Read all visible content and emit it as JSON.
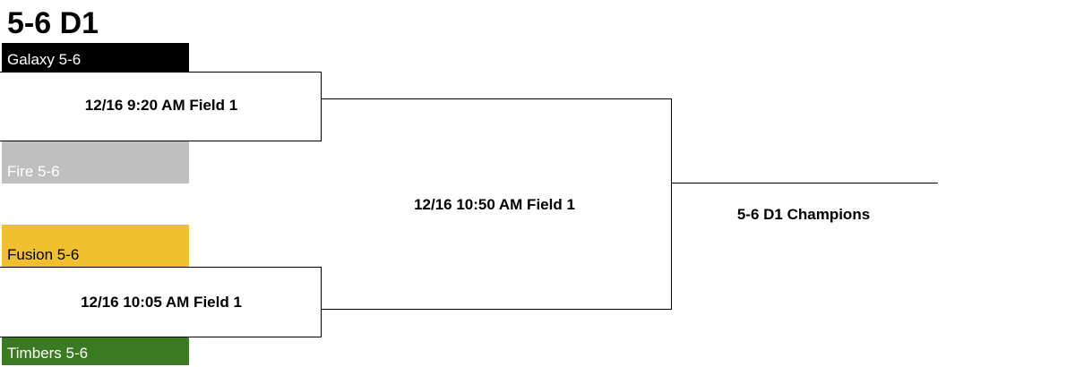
{
  "title": "5-6 D1",
  "teams": [
    {
      "name": "Galaxy 5-6",
      "bg": "#000000",
      "fg": "#ffffff"
    },
    {
      "name": "Fire 5-6",
      "bg": "#bfbfbf",
      "fg": "#ffffff"
    },
    {
      "name": "Fusion 5-6",
      "bg": "#f0c030",
      "fg": "#000000"
    },
    {
      "name": "Timbers 5-6",
      "bg": "#3a7a20",
      "fg": "#ffffff"
    }
  ],
  "matches": {
    "semi1": "12/16 9:20 AM Field 1",
    "semi2": "12/16 10:05 AM Field 1",
    "final": "12/16 10:50 AM Field 1",
    "champion": "5-6 D1 Champions"
  }
}
